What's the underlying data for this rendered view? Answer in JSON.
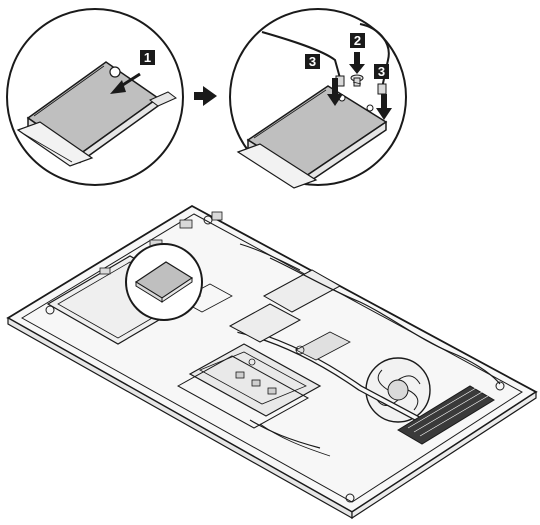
{
  "steps": [
    {
      "number": "1",
      "description": "card-insertion-arrow"
    },
    {
      "number": "2",
      "description": "screw-arrow"
    },
    {
      "number": "3",
      "description": "antenna-cable-arrow"
    },
    {
      "number": "3",
      "description": "antenna-cable-arrow"
    }
  ],
  "icons": {
    "sequence_arrow": "right-arrow-icon",
    "screw": "screw-icon",
    "card": "wireless-card-icon",
    "laptop": "laptop-base-icon"
  },
  "colors": {
    "line": "#1a1a1a",
    "card_fill": "#d9d9d9",
    "card_top": "#bfbfbf",
    "label_bg": "#1a1a1a",
    "label_fg": "#ffffff"
  }
}
